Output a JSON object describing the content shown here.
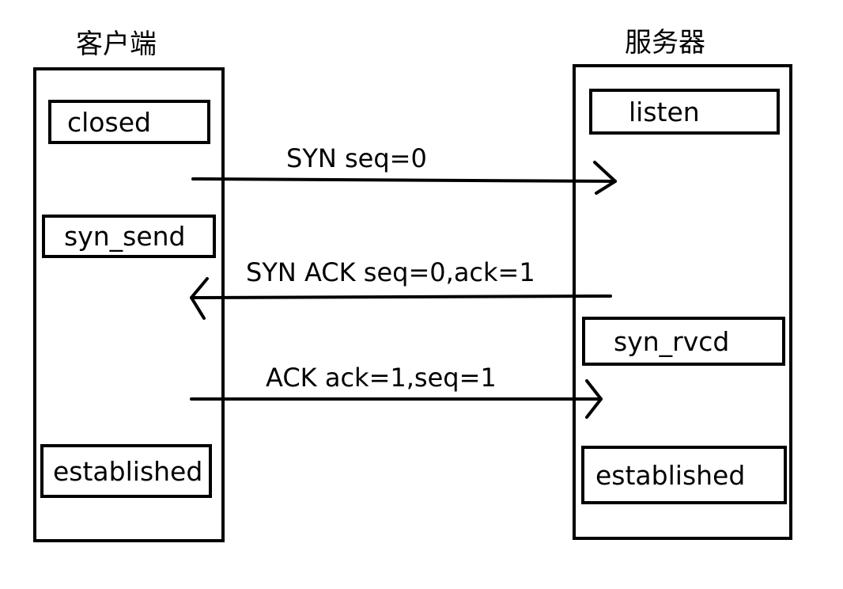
{
  "client": {
    "title": "客户端",
    "states": [
      "closed",
      "syn_send",
      "established"
    ]
  },
  "server": {
    "title": "服务器",
    "states": [
      "listen",
      "syn_rvcd",
      "established"
    ]
  },
  "messages": [
    {
      "label": "SYN  seq=0",
      "direction": "client-to-server"
    },
    {
      "label": "SYN ACK seq=0,ack=1",
      "direction": "server-to-client"
    },
    {
      "label": "ACK ack=1,seq=1",
      "direction": "client-to-server"
    }
  ]
}
